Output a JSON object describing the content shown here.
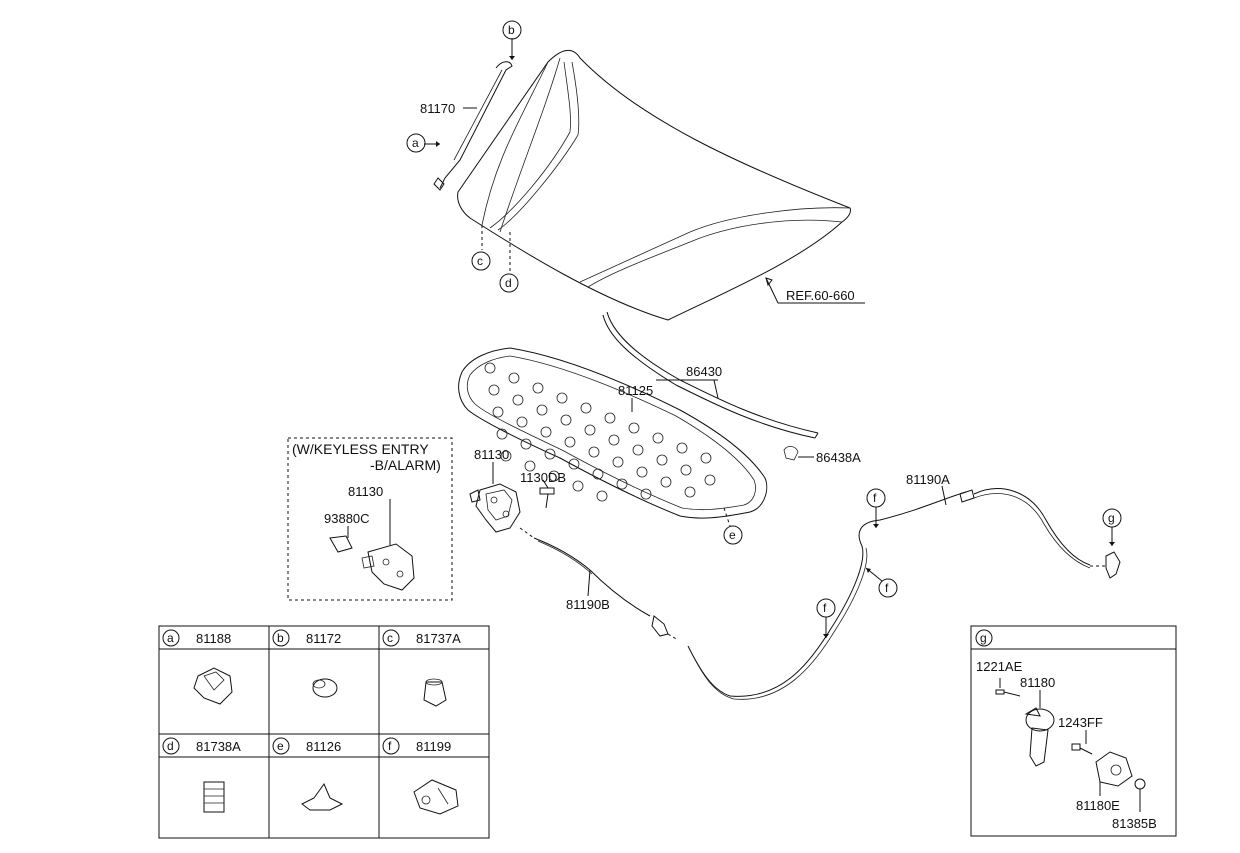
{
  "keyless_box": {
    "title_line1": "(W/KEYLESS ENTRY",
    "title_line2": "-B/ALARM)",
    "part_latch": "81130",
    "part_switch": "93880C"
  },
  "labels": {
    "hood_stay_rod": "81170",
    "reference": "REF.60-660",
    "weatherstrip": "86430",
    "weatherstrip_clip": "86438A",
    "insulator_pad": "81125",
    "latch": "81130",
    "bolt": "1130DB",
    "cable_front": "81190B",
    "cable_rear": "81190A"
  },
  "callouts": {
    "a": "a",
    "b": "b",
    "c": "c",
    "d": "d",
    "e": "e",
    "f1": "f",
    "f2": "f",
    "f3": "f",
    "g": "g"
  },
  "parts_table": {
    "cells": [
      {
        "letter": "a",
        "part": "81188"
      },
      {
        "letter": "b",
        "part": "81172"
      },
      {
        "letter": "c",
        "part": "81737A"
      },
      {
        "letter": "d",
        "part": "81738A"
      },
      {
        "letter": "e",
        "part": "81126"
      },
      {
        "letter": "f",
        "part": "81199"
      }
    ]
  },
  "g_box": {
    "letter": "g",
    "bolt1": "1221AE",
    "handle": "81180",
    "bolt2": "1243FF",
    "bracket": "81180E",
    "clip": "81385B"
  }
}
